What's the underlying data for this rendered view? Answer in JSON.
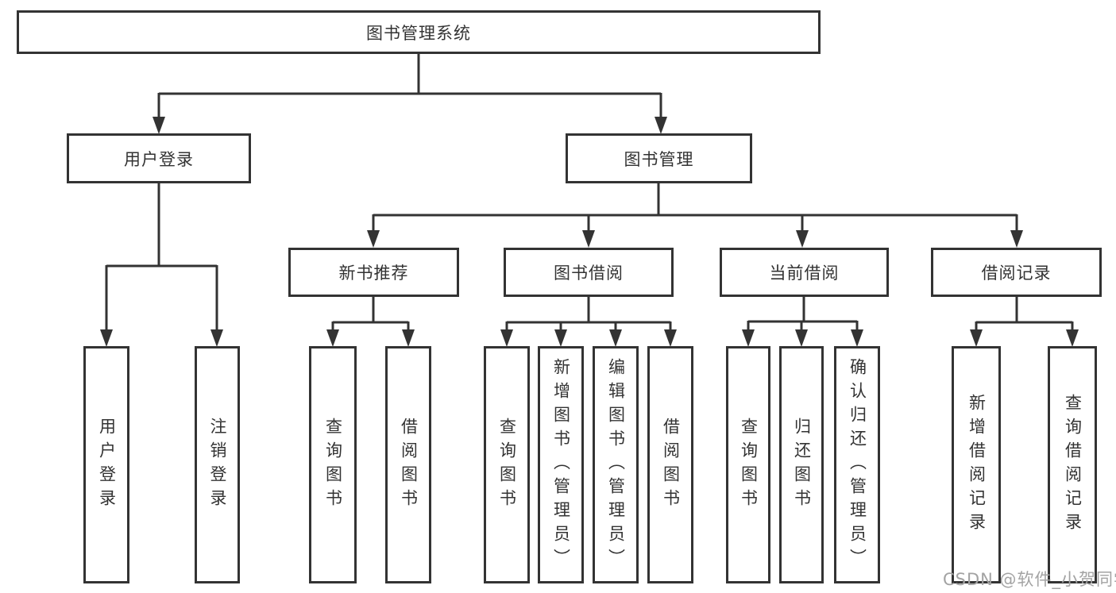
{
  "diagram": {
    "title": "图书管理系统",
    "tree": {
      "root": "图书管理系统",
      "user_login": {
        "label": "用户登录",
        "children": [
          "用户登录",
          "注销登录"
        ]
      },
      "book_management": {
        "label": "图书管理",
        "sections": {
          "new_book_recommend": {
            "label": "新书推荐",
            "children": [
              "查询图书",
              "借阅图书"
            ]
          },
          "book_borrow": {
            "label": "图书借阅",
            "children": [
              "查询图书",
              "新增图书（管理员）",
              "编辑图书（管理员）",
              "借阅图书"
            ]
          },
          "current_borrow": {
            "label": "当前借阅",
            "children": [
              "查询图书",
              "归还图书",
              "确认归还（管理员）"
            ]
          },
          "borrow_records": {
            "label": "借阅记录",
            "children": [
              "新增借阅记录",
              "查询借阅记录"
            ]
          }
        }
      }
    },
    "colors": {
      "line": "#333333",
      "text": "#333333",
      "box_background": "#ffffff",
      "watermark": "#a3a3a3"
    }
  },
  "watermark": "CSDN @软件_小贺同学"
}
